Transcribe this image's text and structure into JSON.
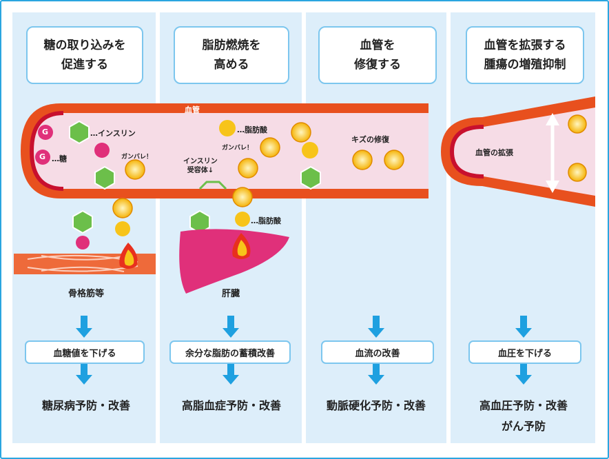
{
  "headers": [
    "糖の取り込みを\n促進する",
    "脂肪燃焼を\n高める",
    "血管を\n修復する",
    "血管を拡張する\n腫瘍の増殖抑制"
  ],
  "vessel": {
    "label": "血管",
    "dilation_label": "血管の拡張"
  },
  "molecules": {
    "insulin": "…インスリン",
    "glucose": "…糖",
    "glucose_letter": "G",
    "fat": "…脂肪酸",
    "fat2": "…脂肪酸",
    "cheer1": "ガンバレ！",
    "cheer2": "ガンバレ！",
    "receptor": "インスリン\n受容体↓",
    "repair": "キズの修復"
  },
  "organs": {
    "muscle": "骨格筋等",
    "liver": "肝臓"
  },
  "results": [
    "血糖値を下げる",
    "余分な脂肪の蓄積改善",
    "血流の改善",
    "血圧を下げる"
  ],
  "outcomes": [
    "糖尿病予防・改善",
    "高脂血症予防・改善",
    "動脈硬化予防・改善",
    "高血圧予防・改善\nがん予防"
  ],
  "colors": {
    "frame": "#2aa6e0",
    "column_bg": "#ddeefa",
    "vessel_wall": "#e8501e",
    "vessel_inner": "#f6dce6",
    "arrow": "#1ea0e0",
    "liver": "#e0307a",
    "glucose": "#e0307a",
    "insulin": "#6cbf4a",
    "adiponectin": "#f5b40a"
  }
}
